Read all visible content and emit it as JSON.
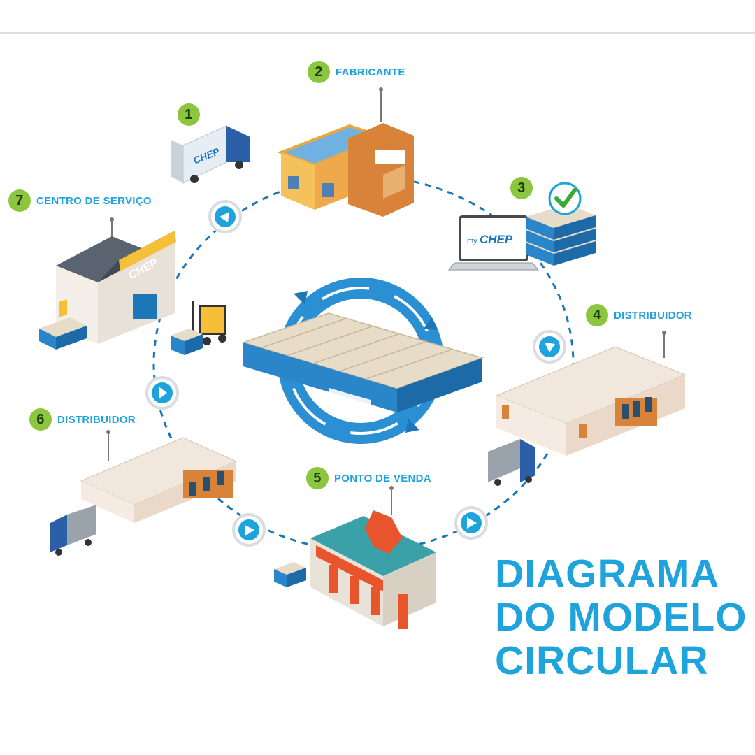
{
  "diagram": {
    "title_lines": [
      "DIAGRAMA",
      "DO MODELO",
      "CIRCULAR"
    ],
    "steps": [
      {
        "number": "1",
        "label": ""
      },
      {
        "number": "2",
        "label": "FABRICANTE"
      },
      {
        "number": "3",
        "label": ""
      },
      {
        "number": "4",
        "label": "DISTRIBUIDOR"
      },
      {
        "number": "5",
        "label": "PONTO DE VENDA"
      },
      {
        "number": "6",
        "label": "DISTRIBUIDOR"
      },
      {
        "number": "7",
        "label": "CENTRO DE SERVIÇO"
      }
    ],
    "logos": {
      "service_center": "CHEP",
      "truck": "CHEP",
      "laptop_prefix": "my",
      "laptop": "CHEP"
    },
    "colors": {
      "accent_blue": "#1fa3dd",
      "step_green": "#8cc63f",
      "pallet_blue": "#2a86c9",
      "check_green": "#3aa935"
    }
  }
}
